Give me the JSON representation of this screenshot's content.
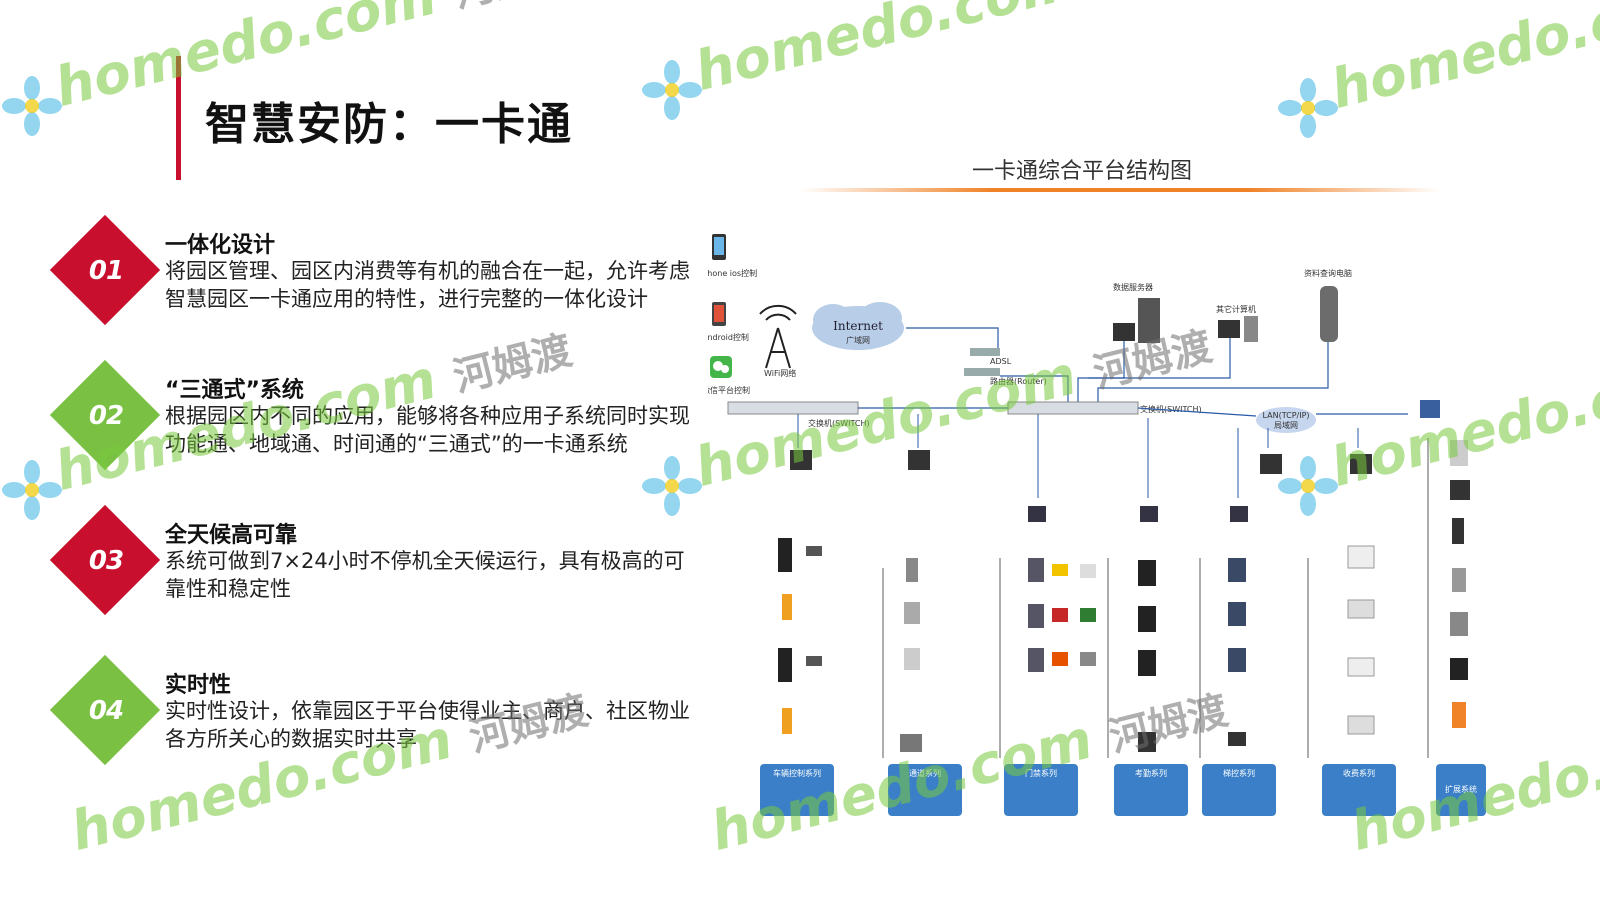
{
  "page": {
    "title": "智慧安防：一卡通"
  },
  "features": [
    {
      "num": "01",
      "title": "一体化设计",
      "desc": "将园区管理、园区内消费等有机的融合在一起，允许考虑智慧园区一卡通应用的特性，进行完整的一体化设计",
      "color": "#c8102e"
    },
    {
      "num": "02",
      "title": "“三通式”系统",
      "desc": "根据园区内不同的应用，能够将各种应用子系统同时实现功能通、地域通、时间通的“三通式”的一卡通系统",
      "color": "#7ac143"
    },
    {
      "num": "03",
      "title": "全天候高可靠",
      "desc": "系统可做到7×24小时不停机全天候运行，具有极高的可靠性和稳定性",
      "color": "#c8102e"
    },
    {
      "num": "04",
      "title": "实时性",
      "desc": "实时性设计，依靠园区于平台使得业主、商户、社区物业各方所关心的数据实时共享",
      "color": "#7ac143"
    }
  ],
  "diagram": {
    "title": "一卡通综合平台结构图",
    "internet_label": "Internet",
    "network_labels": {
      "iphone": "iphone  ios控制",
      "android": "Android控制",
      "wechat": "微信平台控制",
      "wifi": "WiFi网络",
      "internet_sub": "广域网",
      "adsl": "ADSL",
      "router": "路由器(Router)",
      "switch_left": "交换机(SWITCH)",
      "switch_right": "交换机(SWITCH)",
      "lan": "LAN(TCP/IP)",
      "lan_sub": "局域网",
      "db_server": "数据服务器",
      "other_pc": "其它计算机",
      "kiosk": "资料查询电脑"
    },
    "subsystems": [
      {
        "label": "车辆控制系列"
      },
      {
        "label": "通道系列"
      },
      {
        "label": "门禁系列"
      },
      {
        "label": "考勤系列"
      },
      {
        "label": "梯控系列"
      },
      {
        "label": "收费系列"
      },
      {
        "label": "扩展系统"
      }
    ]
  },
  "watermark": {
    "text": "homedo.com",
    "cn": "河姆渡"
  },
  "colors": {
    "red": "#c8102e",
    "green": "#7ac143",
    "orange": "#f08228",
    "blue_box": "#3a7fc8"
  }
}
